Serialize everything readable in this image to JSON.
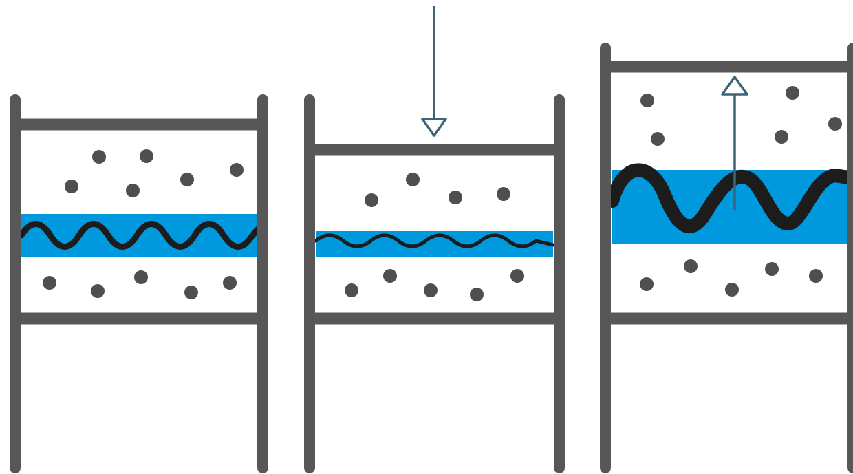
{
  "colors": {
    "frame": "#575757",
    "band": "#0099dd",
    "wave": "#1c1c1c",
    "particle": "#4f4f4f",
    "arrow": "#3e6478",
    "background": "#ffffff"
  },
  "panels": [
    {
      "name": "left-cylinder",
      "state": "rest",
      "wave": "medium-amplitude",
      "arrow": "none"
    },
    {
      "name": "middle-cylinder",
      "state": "compressed",
      "wave": "small-amplitude",
      "arrow": "down"
    },
    {
      "name": "right-cylinder",
      "state": "expanded",
      "wave": "large-amplitude",
      "arrow": "up"
    }
  ],
  "icons": {
    "down_arrow": "arrow-down-icon",
    "up_arrow": "arrow-up-icon"
  }
}
